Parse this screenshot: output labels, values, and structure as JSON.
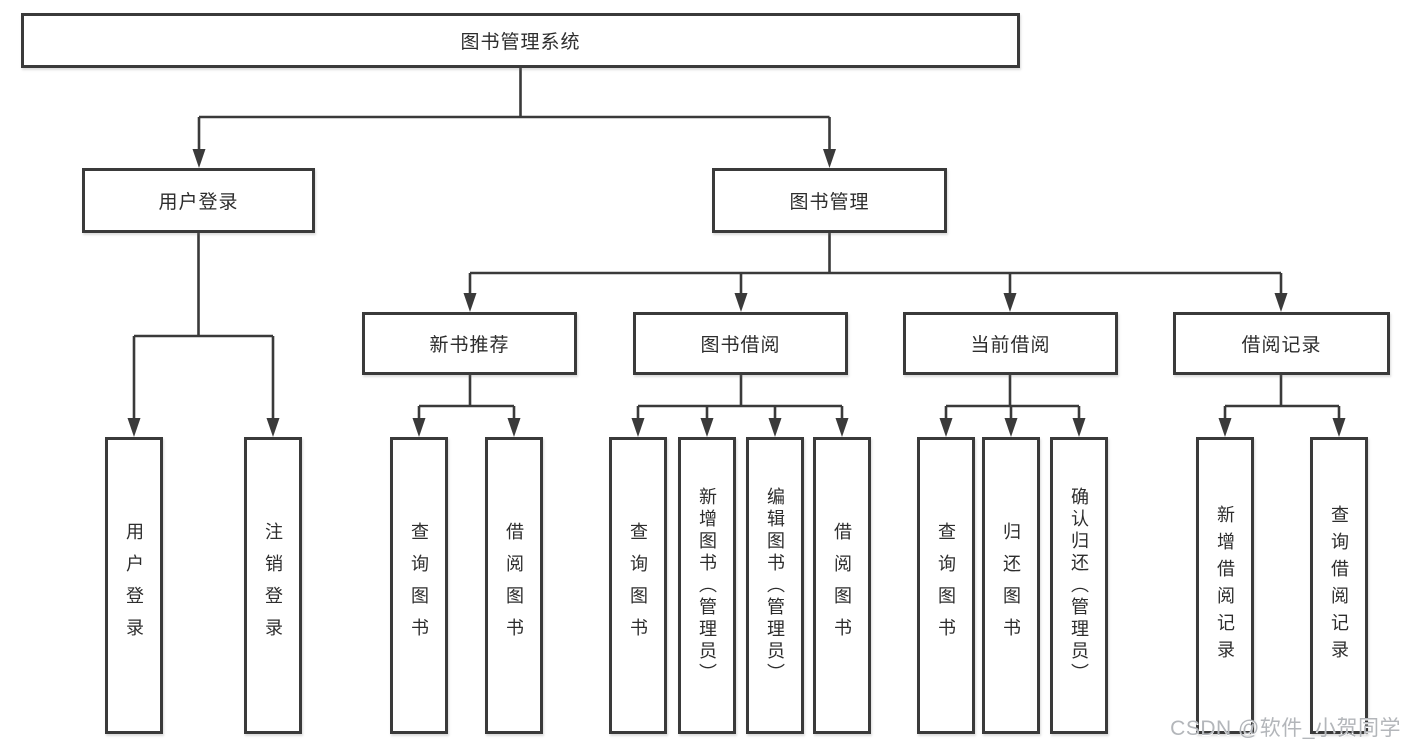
{
  "diagram": {
    "root": {
      "label": "图书管理系统"
    },
    "level2": [
      {
        "label": "用户登录"
      },
      {
        "label": "图书管理"
      }
    ],
    "level3": [
      {
        "label": "新书推荐",
        "parent": "图书管理"
      },
      {
        "label": "图书借阅",
        "parent": "图书管理"
      },
      {
        "label": "当前借阅",
        "parent": "图书管理"
      },
      {
        "label": "借阅记录",
        "parent": "图书管理"
      }
    ],
    "leaves": [
      {
        "label": "用户登录",
        "parent": "用户登录"
      },
      {
        "label": "注销登录",
        "parent": "用户登录"
      },
      {
        "label": "查询图书",
        "parent": "新书推荐"
      },
      {
        "label": "借阅图书",
        "parent": "新书推荐"
      },
      {
        "label": "查询图书",
        "parent": "图书借阅"
      },
      {
        "label": "新增图书（管理员）",
        "parent": "图书借阅"
      },
      {
        "label": "编辑图书（管理员）",
        "parent": "图书借阅"
      },
      {
        "label": "借阅图书",
        "parent": "图书借阅"
      },
      {
        "label": "查询图书",
        "parent": "当前借阅"
      },
      {
        "label": "归还图书",
        "parent": "当前借阅"
      },
      {
        "label": "确认归还（管理员）",
        "parent": "当前借阅"
      },
      {
        "label": "新增借阅记录",
        "parent": "借阅记录"
      },
      {
        "label": "查询借阅记录",
        "parent": "借阅记录"
      }
    ],
    "watermark": "CSDN @软件_小贺同学",
    "colors": {
      "line": "#3a3a3a",
      "text": "#2d2d2d",
      "watermark": "#b3b6ba",
      "background": "#ffffff"
    }
  }
}
